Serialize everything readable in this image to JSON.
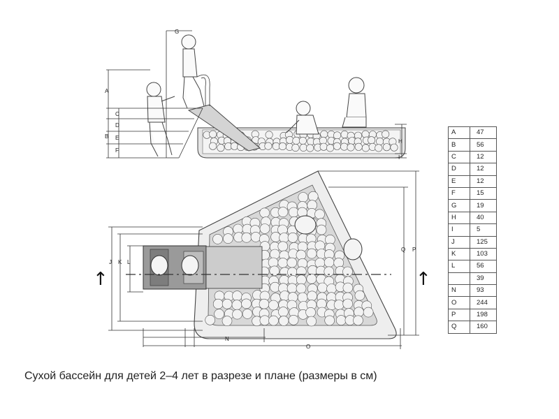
{
  "caption": "Сухой бассейн для детей 2–4 лет в разрезе и плане (размеры в см)",
  "dimension_table": [
    {
      "key": "A",
      "value": "47"
    },
    {
      "key": "B",
      "value": "56"
    },
    {
      "key": "C",
      "value": "12"
    },
    {
      "key": "D",
      "value": "12"
    },
    {
      "key": "E",
      "value": "12"
    },
    {
      "key": "F",
      "value": "15"
    },
    {
      "key": "G",
      "value": "19"
    },
    {
      "key": "H",
      "value": "40"
    },
    {
      "key": "I",
      "value": "5"
    },
    {
      "key": "J",
      "value": "125"
    },
    {
      "key": "K",
      "value": "103"
    },
    {
      "key": "L",
      "value": "56"
    },
    {
      "key": "",
      "value": "39"
    },
    {
      "key": "N",
      "value": "93"
    },
    {
      "key": "O",
      "value": "244"
    },
    {
      "key": "P",
      "value": "198"
    },
    {
      "key": "Q",
      "value": "160"
    }
  ],
  "labels": {
    "a": "A",
    "b": "B",
    "c": "C",
    "d": "D",
    "e": "E",
    "f": "F",
    "g": "G",
    "h": "H",
    "i": "I",
    "j": "J",
    "k": "K",
    "l": "L",
    "n": "N",
    "o": "O",
    "p": "P",
    "q": "Q"
  },
  "section_arrow": "↑",
  "colors": {
    "line": "#333333",
    "ball_fill": "#f2f2f2",
    "pool_fill": "#dcdcdc",
    "platform_fill": "#9a9a9a"
  }
}
